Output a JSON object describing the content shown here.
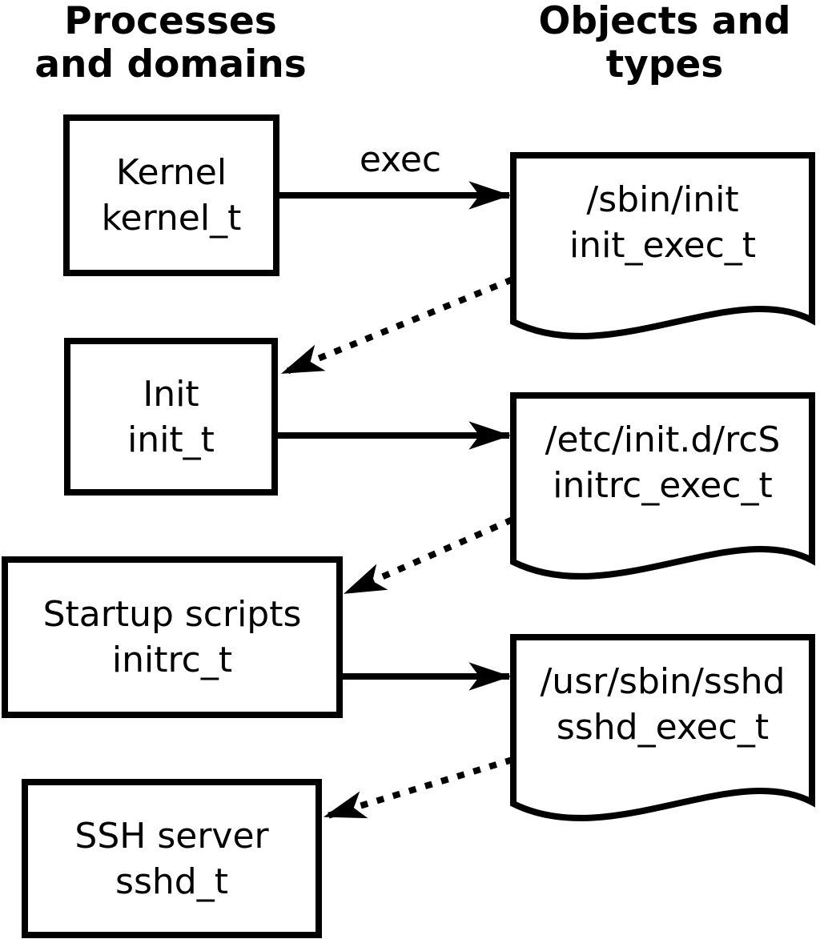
{
  "diagram": {
    "colors": {
      "ink": "#000000",
      "background": "#ffffff"
    },
    "headers": {
      "left": {
        "line1": "Processes",
        "line2": "and domains"
      },
      "right": {
        "line1": "Objects and",
        "line2": "types"
      }
    },
    "exec_label": "exec",
    "process_nodes": [
      {
        "name": "Kernel",
        "type": "kernel_t"
      },
      {
        "name": "Init",
        "type": "init_t"
      },
      {
        "name": "Startup scripts",
        "type": "initrc_t"
      },
      {
        "name": "SSH server",
        "type": "sshd_t"
      }
    ],
    "object_nodes": [
      {
        "path": "/sbin/init",
        "type": "init_exec_t"
      },
      {
        "path": "/etc/init.d/rcS",
        "type": "initrc_exec_t"
      },
      {
        "path": "/usr/sbin/sshd",
        "type": "sshd_exec_t"
      }
    ]
  }
}
